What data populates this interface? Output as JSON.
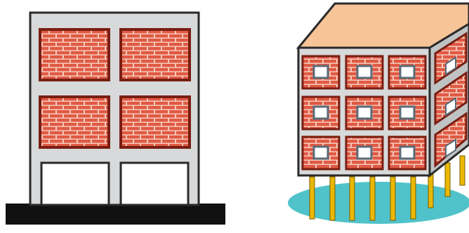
{
  "colors": {
    "frame": "#d7d9da",
    "outline": "#2a2a2a",
    "brick": "#e05a44",
    "mortar": "#f6c9bb",
    "brick_border": "#7a1e12",
    "ground": "#111111",
    "roof": "#f6c497",
    "side_face": "#bfc3c4",
    "pond": "#4fc3c9",
    "pile": "#e9b800",
    "pile_outline": "#7a5c00",
    "window_frame": "#5a6b78",
    "window_glass": "#ffffff"
  },
  "figures": [
    {
      "name": "frame-building-open-ground-storey",
      "stories": 3,
      "infilled_stories": 2,
      "open_ground_storey": true,
      "bays": 2
    },
    {
      "name": "frame-building-on-piles",
      "stories": 3,
      "bays_front": 3,
      "bays_side": 3,
      "infill_with_windows": true,
      "foundation": "piles",
      "front_pile_count": 7
    }
  ]
}
